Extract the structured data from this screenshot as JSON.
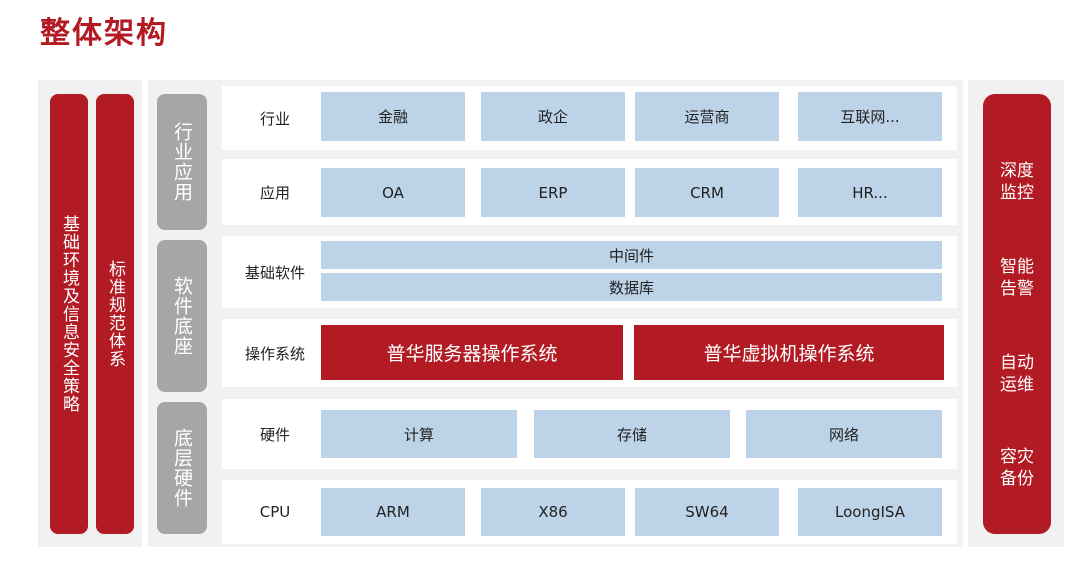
{
  "title": "整体架构",
  "left": {
    "policy": "基础环境及信息安全策略",
    "standards": "标准规范体系"
  },
  "groups": {
    "industry_app": "行业应用",
    "software_base": "软件底座",
    "hardware": "底层硬件"
  },
  "rows": {
    "industry": {
      "label": "行业",
      "items": [
        "金融",
        "政企",
        "运营商",
        "互联网..."
      ]
    },
    "application": {
      "label": "应用",
      "items": [
        "OA",
        "ERP",
        "CRM",
        "HR..."
      ]
    },
    "basic_software": {
      "label": "基础软件",
      "items": [
        "中间件",
        "数据库"
      ]
    },
    "os": {
      "label": "操作系统",
      "items": [
        "普华服务器操作系统",
        "普华虚拟机操作系统"
      ]
    },
    "hardware": {
      "label": "硬件",
      "items": [
        "计算",
        "存储",
        "网络"
      ]
    },
    "cpu": {
      "label": "CPU",
      "items": [
        "ARM",
        "X86",
        "SW64",
        "LoongISA"
      ]
    }
  },
  "right": {
    "items": [
      "深度\n监控",
      "智能\n告警",
      "自动\n运维",
      "容灾\n备份"
    ]
  },
  "colors": {
    "accent": "#b31b24",
    "cell": "#bcd3e8",
    "group": "#a6a6a6",
    "panel": "#f1f1f1"
  }
}
